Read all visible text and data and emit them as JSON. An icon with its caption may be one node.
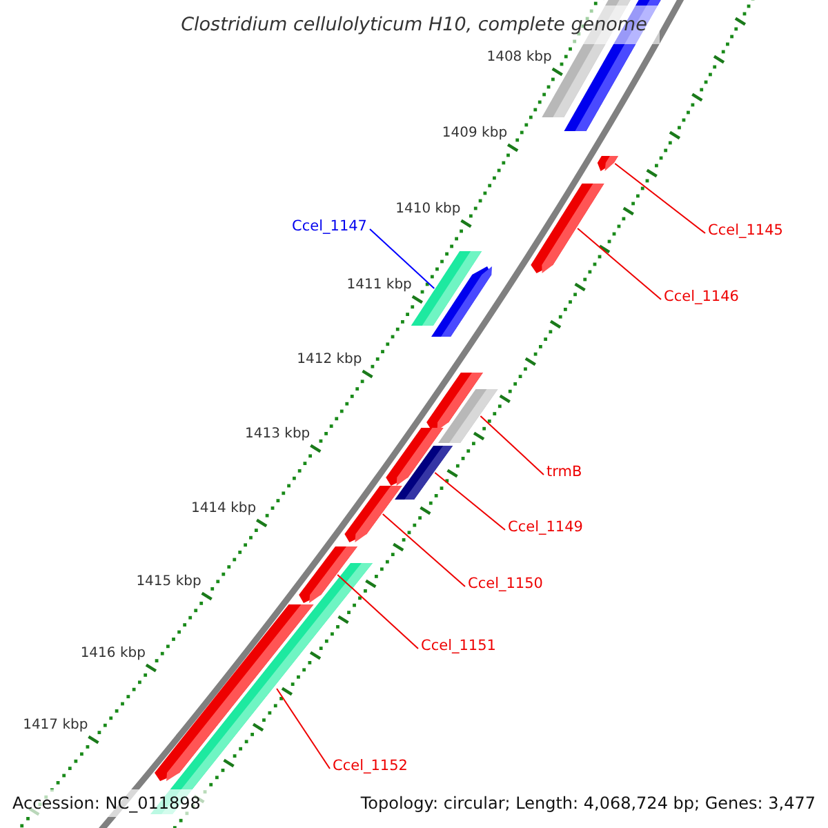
{
  "diagram": {
    "title": "Clostridium cellulolyticum H10, complete genome",
    "nodes": [
      {
        "text": [],
        "shape": "bar"
      },
      {
        "text": [],
        "shape": "bar"
      },
      {
        "text": [],
        "shape": "bar"
      },
      {
        "text": [],
        "shape": "bar"
      },
      {
        "text": [],
        "shape": "bar"
      },
      {
        "text": [],
        "shape": "bar"
      },
      {
        "text": [],
        "shape": "bar"
      },
      {
        "text": [],
        "shape": "bar"
      },
      {
        "text": [],
        "shape": "bar"
      },
      {
        "text": [],
        "shape": "bar"
      },
      {
        "text": [],
        "shape": "bar"
      },
      {
        "text": [],
        "shape": "bar"
      },
      {
        "text": [],
        "shape": "bar"
      },
      {
        "text": [],
        "shape": "bar"
      },
      {
        "text": [
          "Ccel_1145"
        ]
      },
      {
        "text": [
          "Ccel_1146"
        ]
      },
      {
        "text": [
          "Ccel_1147"
        ]
      },
      {
        "text": [
          "trmB"
        ]
      },
      {
        "text": [
          "Ccel_1149"
        ]
      },
      {
        "text": [
          "Ccel_1150"
        ]
      },
      {
        "text": [
          "Ccel_1151"
        ]
      },
      {
        "text": [
          "Ccel_1152"
        ]
      }
    ],
    "edges": [
      {
        "from": 14,
        "to": 2,
        "arrow": "none"
      },
      {
        "from": 15,
        "to": 3,
        "arrow": "none"
      },
      {
        "from": 16,
        "to": 4,
        "arrow": "none",
        "color": "#0000ff"
      },
      {
        "from": 17,
        "to": 7,
        "arrow": "none"
      },
      {
        "from": 18,
        "to": 9,
        "arrow": "none"
      },
      {
        "from": 19,
        "to": 10,
        "arrow": "none"
      },
      {
        "from": 20,
        "to": 11,
        "arrow": "none"
      },
      {
        "from": 21,
        "to": 13,
        "arrow": "none"
      }
    ],
    "labels": [
      "1408 kbp",
      "1409 kbp",
      "1410 kbp",
      "1411 kbp",
      "1412 kbp",
      "1413 kbp",
      "1414 kbp",
      "1415 kbp",
      "1416 kbp",
      "1417 kbp",
      "Accession: NC_011898",
      "Topology: circular; Length: 4,068,724 bp; Genes: 3,477"
    ]
  }
}
